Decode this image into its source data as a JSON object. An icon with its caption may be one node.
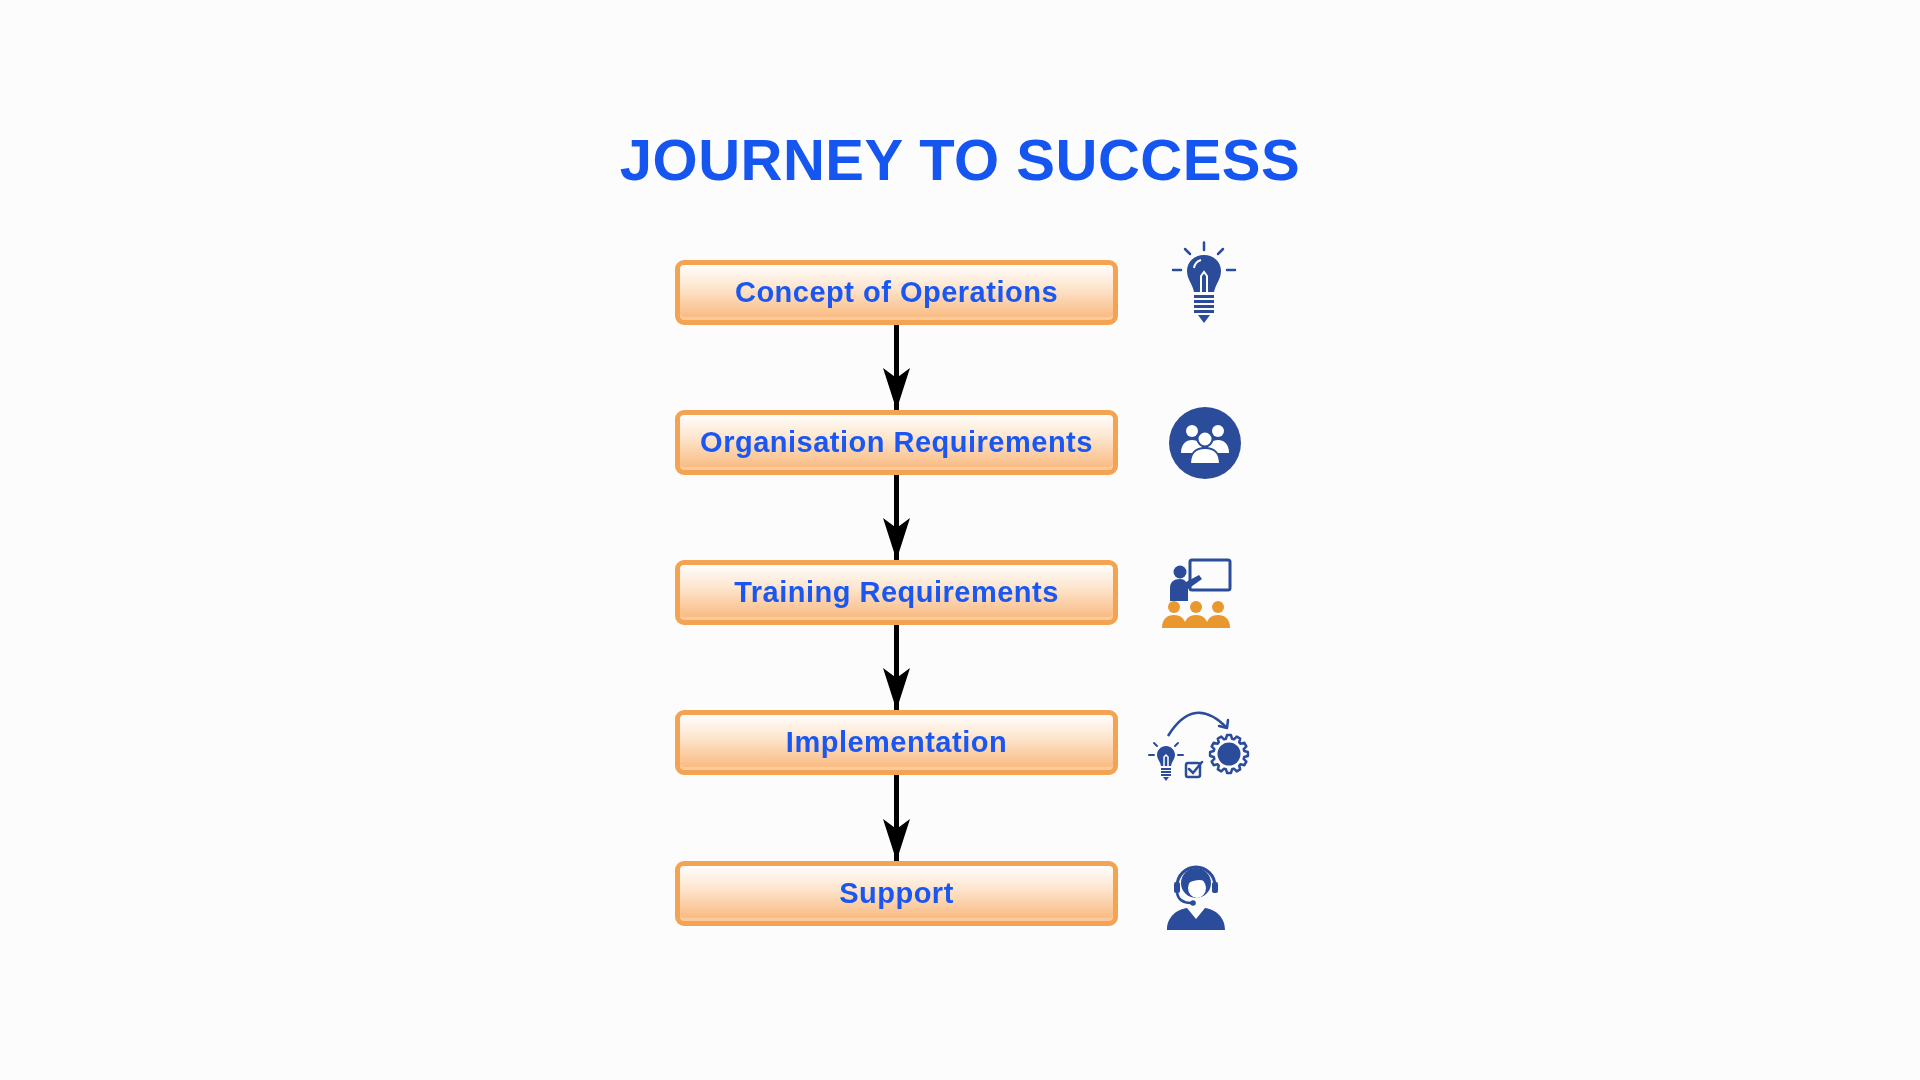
{
  "diagram": {
    "title": "JOURNEY TO SUCCESS",
    "nodes": [
      {
        "text": [
          "Concept of Operations"
        ]
      },
      {
        "text": [
          "Organisation Requirements"
        ]
      },
      {
        "text": [
          "Training Requirements"
        ]
      },
      {
        "text": [
          "Implementation"
        ]
      },
      {
        "text": [
          "Support"
        ]
      }
    ],
    "edges": [
      {
        "from": 0,
        "to": 1,
        "arrow": "to"
      },
      {
        "from": 1,
        "to": 2,
        "arrow": "to"
      },
      {
        "from": 2,
        "to": 3,
        "arrow": "to"
      },
      {
        "from": 3,
        "to": 4,
        "arrow": "to"
      }
    ]
  }
}
